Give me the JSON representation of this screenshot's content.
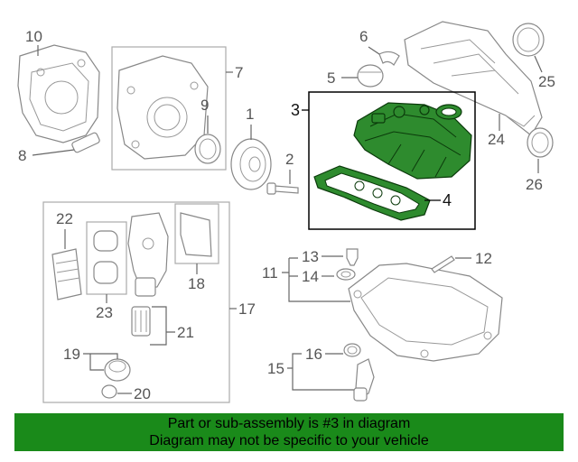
{
  "colors": {
    "highlight": "#2e8b2e",
    "banner": "#1a8a1a",
    "banner_text": "#000000",
    "line_art": "#888888"
  },
  "labels": {
    "l1": "1",
    "l2": "2",
    "l3": "3",
    "l4": "4",
    "l5": "5",
    "l6": "6",
    "l7": "7",
    "l8": "8",
    "l9": "9",
    "l10": "10",
    "l11": "11",
    "l12": "12",
    "l13": "13",
    "l14": "14",
    "l15": "15",
    "l16": "16",
    "l17": "17",
    "l18": "18",
    "l19": "19",
    "l20": "20",
    "l21": "21",
    "l22": "22",
    "l23": "23",
    "l24": "24",
    "l25": "25",
    "l26": "26"
  },
  "banner": {
    "line1": "Part or sub-assembly is #3 in diagram",
    "line2": "Diagram may not be specific to your vehicle"
  }
}
